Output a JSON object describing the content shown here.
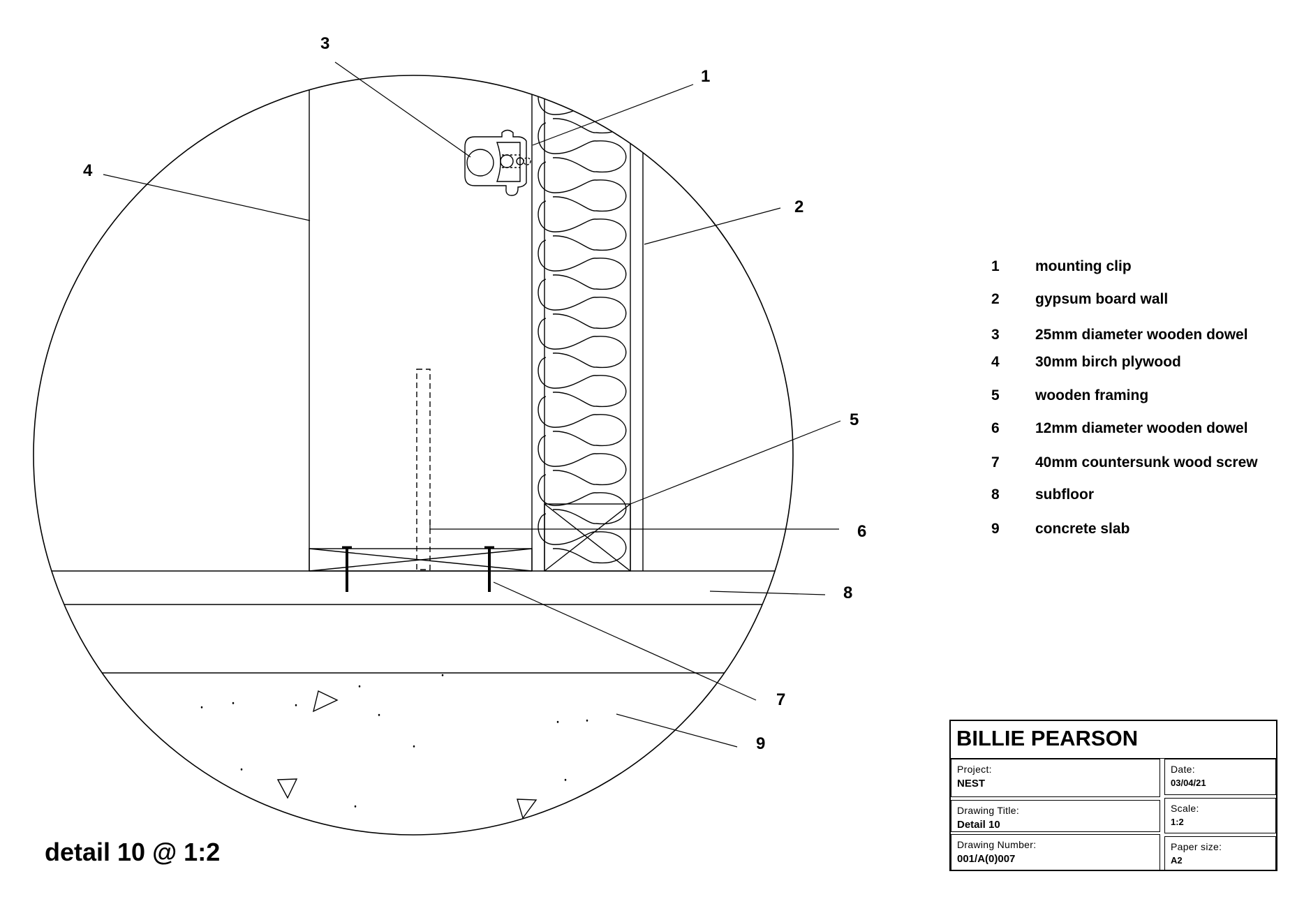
{
  "detail_caption": "detail 10 @ 1:2",
  "callouts": [
    "1",
    "2",
    "3",
    "4",
    "5",
    "6",
    "7",
    "8",
    "9"
  ],
  "legend": [
    {
      "num": "1",
      "text": "mounting clip"
    },
    {
      "num": "2",
      "text": "gypsum board wall"
    },
    {
      "num": "3",
      "text": "25mm diameter wooden dowel"
    },
    {
      "num": "4",
      "text": "30mm birch plywood"
    },
    {
      "num": "5",
      "text": "wooden framing"
    },
    {
      "num": "6",
      "text": "12mm diameter wooden dowel"
    },
    {
      "num": "7",
      "text": "40mm countersunk wood screw"
    },
    {
      "num": "8",
      "text": "subfloor"
    },
    {
      "num": "9",
      "text": "concrete slab"
    }
  ],
  "title_block": {
    "name": "BILLIE PEARSON",
    "project_label": "Project:",
    "project_value": "NEST",
    "drawing_title_label": "Drawing Title:",
    "drawing_title_value": "Detail 10",
    "drawing_number_label": "Drawing Number:",
    "drawing_number_value": "001/A(0)007",
    "date_label": "Date:",
    "date_value": "03/04/21",
    "scale_label": "Scale:",
    "scale_value": "1:2",
    "paper_size_label": "Paper size:",
    "paper_size_value": "A2"
  },
  "colors": {
    "line": "#000000",
    "background": "#ffffff"
  }
}
